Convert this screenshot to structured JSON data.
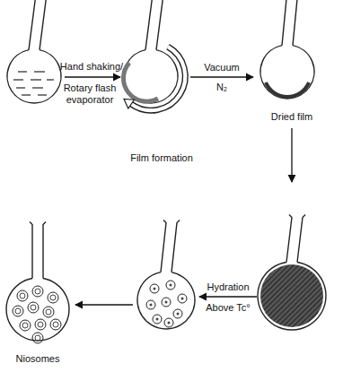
{
  "diagram": {
    "labels": [
      "Hand shaking/",
      "Rotary flash evaporator",
      "Vacuum",
      "N₂",
      "Film formation",
      "Dried film",
      "Hydration",
      "Above Tc°",
      "Niosomes"
    ]
  }
}
